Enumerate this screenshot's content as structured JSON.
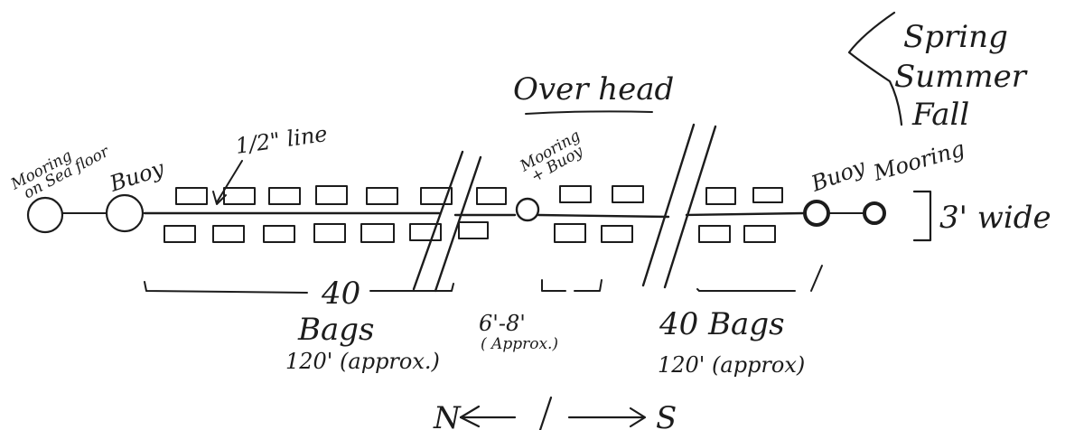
{
  "title": "Over head",
  "seasons": [
    "Spring",
    "Summer",
    "Fall"
  ],
  "labels": {
    "mooring_left": "Mooring",
    "sea_floor": "on Sea floor",
    "buoy_left": "Buoy",
    "line": "1/2\" line",
    "mooring_buoy_center_1": "Mooring",
    "mooring_buoy_center_2": "+ Buoy",
    "buoy_right": "Buoy",
    "mooring_right": "Mooring",
    "width": "3' wide"
  },
  "dimensions": {
    "left_count": "40",
    "left_bags": "Bags",
    "left_length": "120' (approx.)",
    "gap_length": "6'-8'",
    "gap_approx": "( Approx.)",
    "right_bags": "40 Bags",
    "right_length": "120' (approx)"
  },
  "direction": {
    "north": "N",
    "south": "S"
  }
}
